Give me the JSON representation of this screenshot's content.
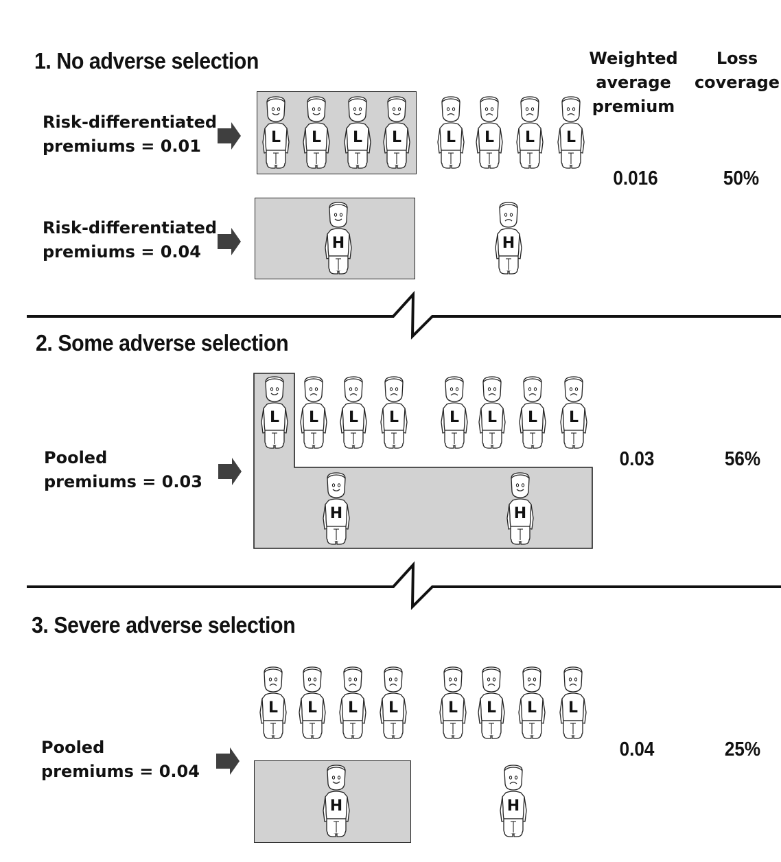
{
  "column_headers": {
    "weighted_average_premium": [
      "Weighted",
      "average",
      "premium"
    ],
    "loss_coverage": [
      "Loss",
      "coverage"
    ]
  },
  "sections": [
    {
      "title": "1. No adverse selection",
      "rows": [
        {
          "label": [
            "Risk-differentiated",
            "premiums = 0.01"
          ]
        },
        {
          "label": [
            "Risk-differentiated",
            "premiums = 0.04"
          ]
        }
      ],
      "weighted_average_premium": "0.016",
      "loss_coverage": "50%",
      "people": [
        {
          "type": "L",
          "mood": "happy"
        },
        {
          "type": "L",
          "mood": "happy"
        },
        {
          "type": "L",
          "mood": "happy"
        },
        {
          "type": "L",
          "mood": "happy"
        },
        {
          "type": "L",
          "mood": "sad"
        },
        {
          "type": "L",
          "mood": "sad"
        },
        {
          "type": "L",
          "mood": "sad"
        },
        {
          "type": "L",
          "mood": "sad"
        },
        {
          "type": "H",
          "mood": "happy"
        },
        {
          "type": "H",
          "mood": "sad"
        }
      ]
    },
    {
      "title": "2. Some adverse selection",
      "rows": [
        {
          "label": [
            "Pooled",
            "premiums = 0.03"
          ]
        }
      ],
      "weighted_average_premium": "0.03",
      "loss_coverage": "56%",
      "people": [
        {
          "type": "L",
          "mood": "happy"
        },
        {
          "type": "L",
          "mood": "sad"
        },
        {
          "type": "L",
          "mood": "sad"
        },
        {
          "type": "L",
          "mood": "sad"
        },
        {
          "type": "L",
          "mood": "sad"
        },
        {
          "type": "L",
          "mood": "sad"
        },
        {
          "type": "L",
          "mood": "sad"
        },
        {
          "type": "L",
          "mood": "sad"
        },
        {
          "type": "H",
          "mood": "happy"
        },
        {
          "type": "H",
          "mood": "happy"
        }
      ]
    },
    {
      "title": "3. Severe adverse selection",
      "rows": [
        {
          "label": [
            "Pooled",
            "premiums = 0.04"
          ]
        }
      ],
      "weighted_average_premium": "0.04",
      "loss_coverage": "25%",
      "people": [
        {
          "type": "L",
          "mood": "sad"
        },
        {
          "type": "L",
          "mood": "sad"
        },
        {
          "type": "L",
          "mood": "sad"
        },
        {
          "type": "L",
          "mood": "sad"
        },
        {
          "type": "L",
          "mood": "sad"
        },
        {
          "type": "L",
          "mood": "sad"
        },
        {
          "type": "L",
          "mood": "sad"
        },
        {
          "type": "L",
          "mood": "sad"
        },
        {
          "type": "H",
          "mood": "happy"
        },
        {
          "type": "H",
          "mood": "sad"
        }
      ]
    }
  ],
  "colors": {
    "insured_box": "#d2d2d2",
    "arrow": "#3f3f3f",
    "line": "#111111"
  }
}
